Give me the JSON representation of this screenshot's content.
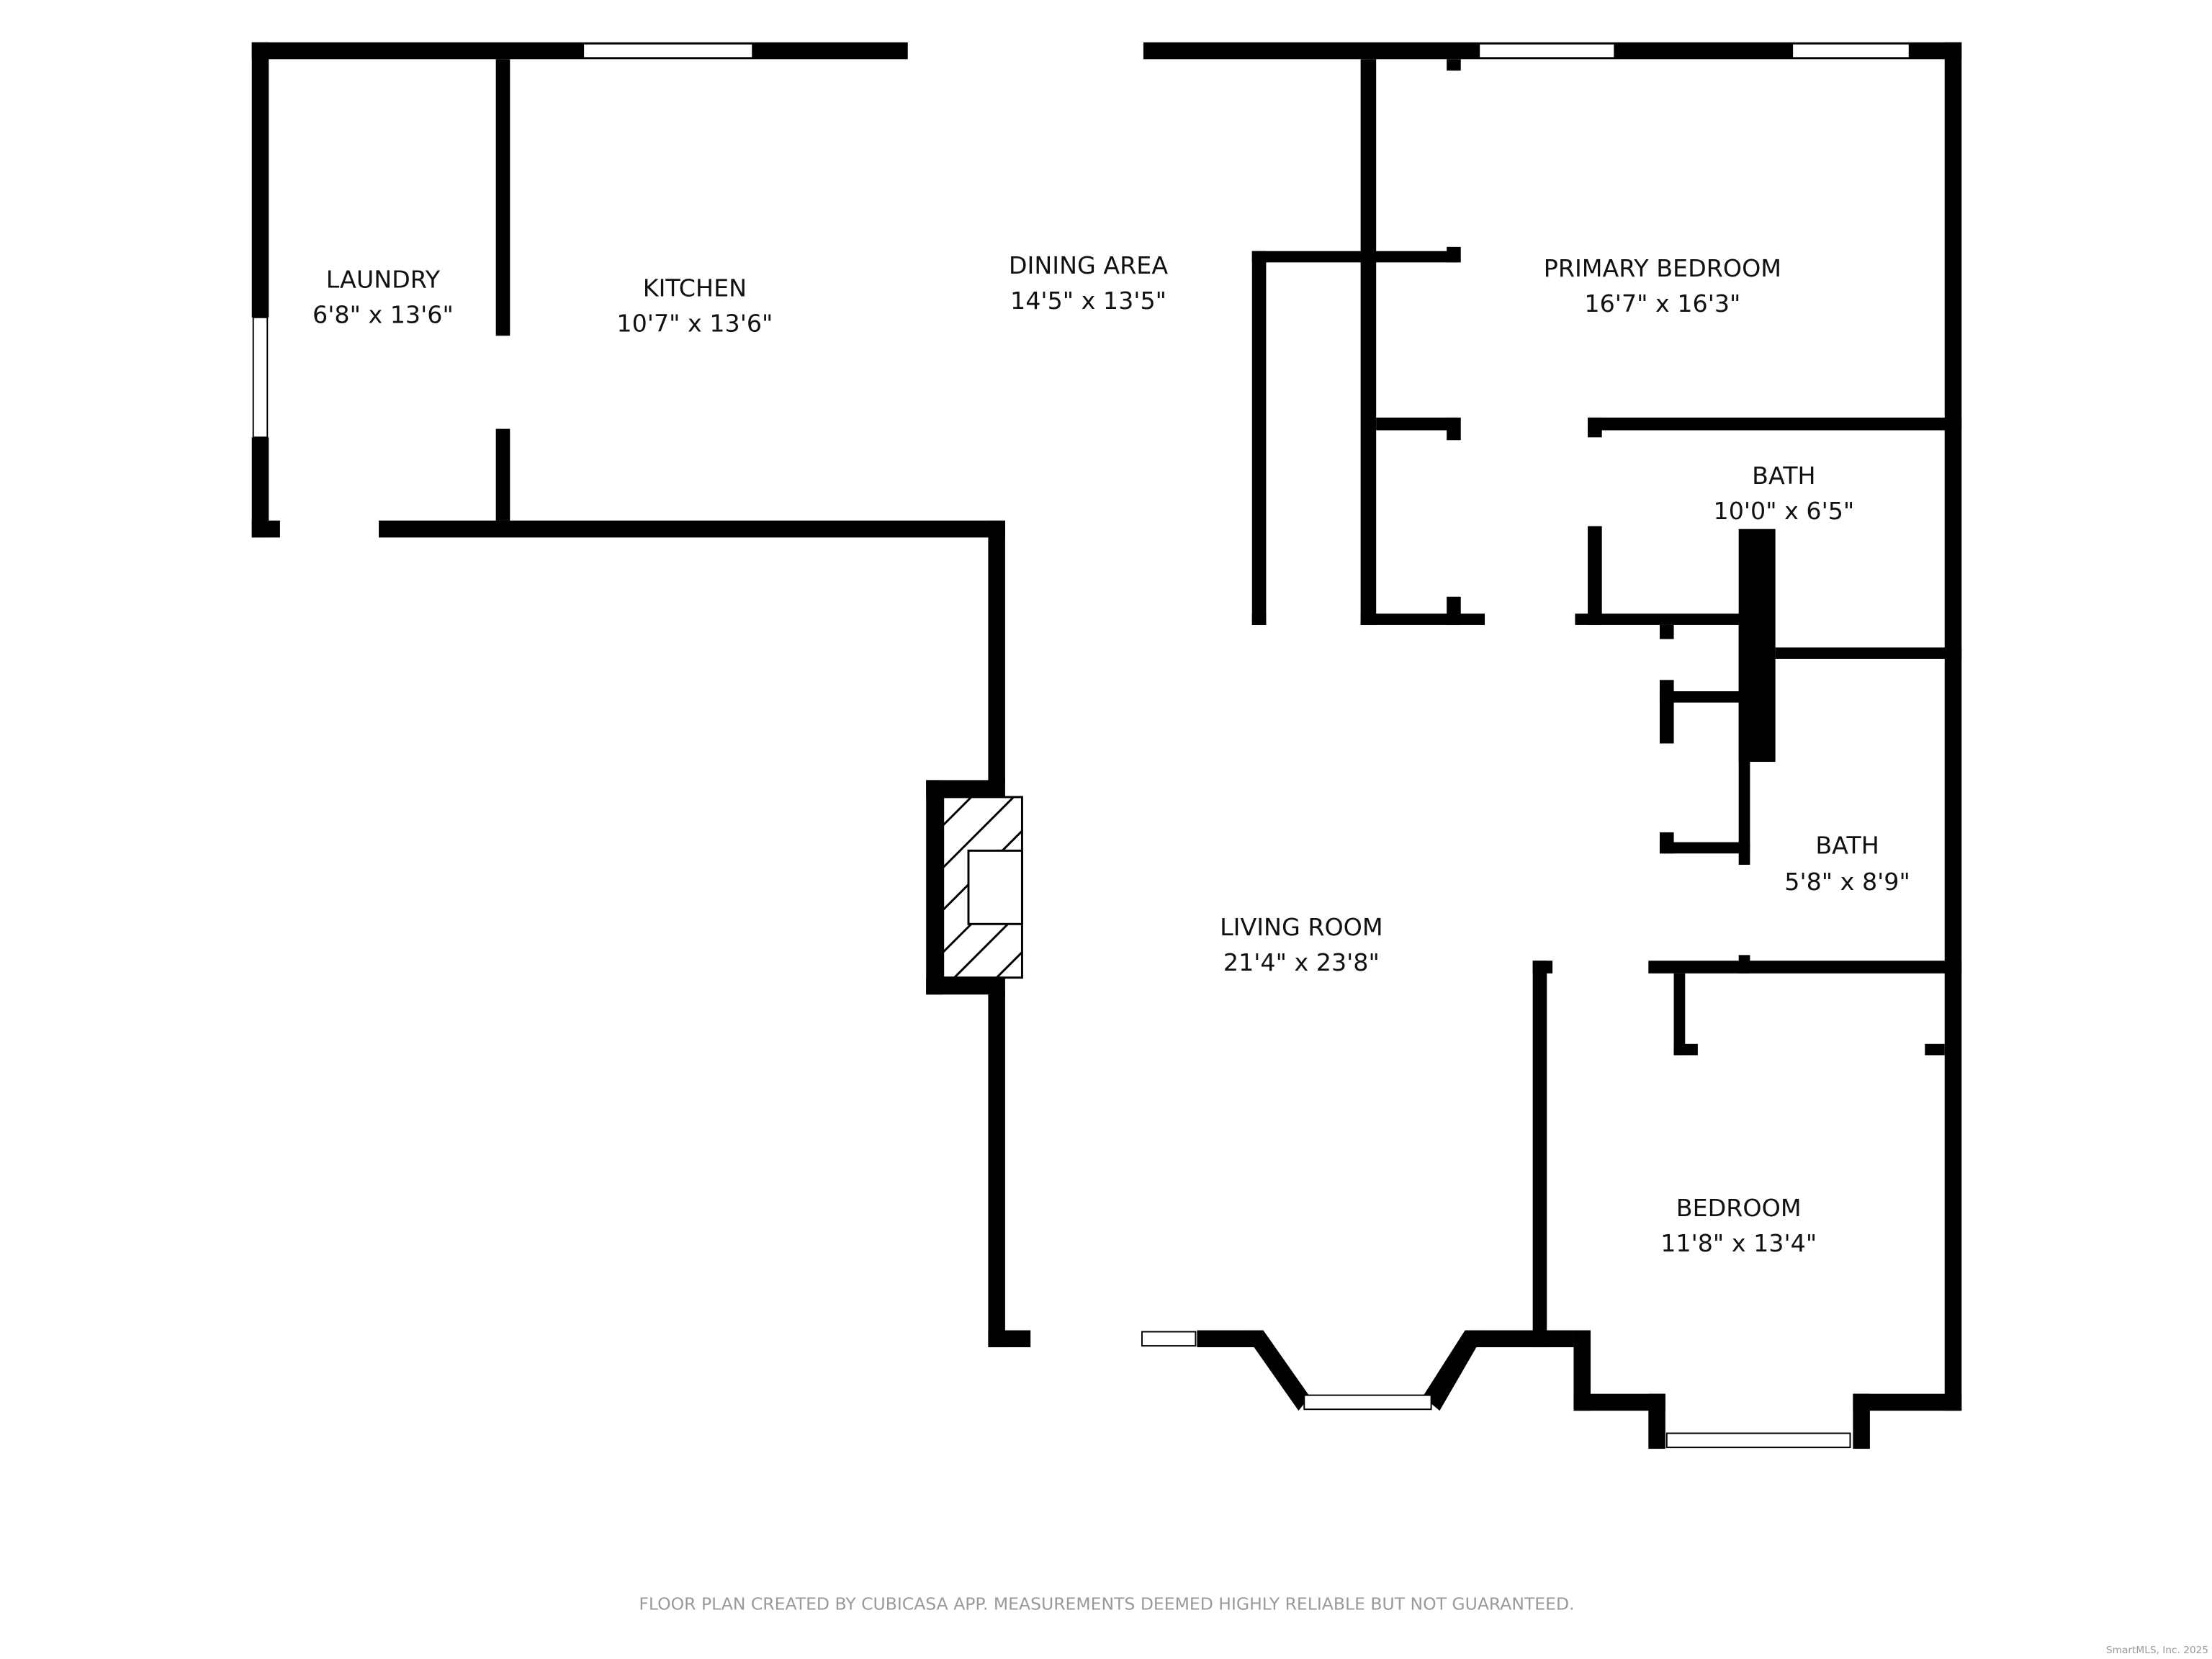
{
  "rooms": [
    {
      "name": "LAUNDRY",
      "size": "6'8\" x 13'6\""
    },
    {
      "name": "KITCHEN",
      "size": "10'7\" x 13'6\""
    },
    {
      "name": "DINING AREA",
      "size": "14'5\" x 13'5\""
    },
    {
      "name": "PRIMARY BEDROOM",
      "size": "16'7\" x 16'3\""
    },
    {
      "name": "BATH",
      "size": "10'0\" x 6'5\""
    },
    {
      "name": "BATH",
      "size": "5'8\" x 8'9\""
    },
    {
      "name": "LIVING ROOM",
      "size": "21'4\" x 23'8\""
    },
    {
      "name": "BEDROOM",
      "size": "11'8\" x 13'4\""
    }
  ],
  "footer": {
    "disclaimer": "FLOOR PLAN CREATED BY CUBICASA APP. MEASUREMENTS DEEMED HIGHLY RELIABLE BUT NOT GUARANTEED.",
    "watermark": "SmartMLS, Inc. 2025"
  },
  "colors": {
    "wall": "#000000",
    "background": "#ffffff"
  }
}
